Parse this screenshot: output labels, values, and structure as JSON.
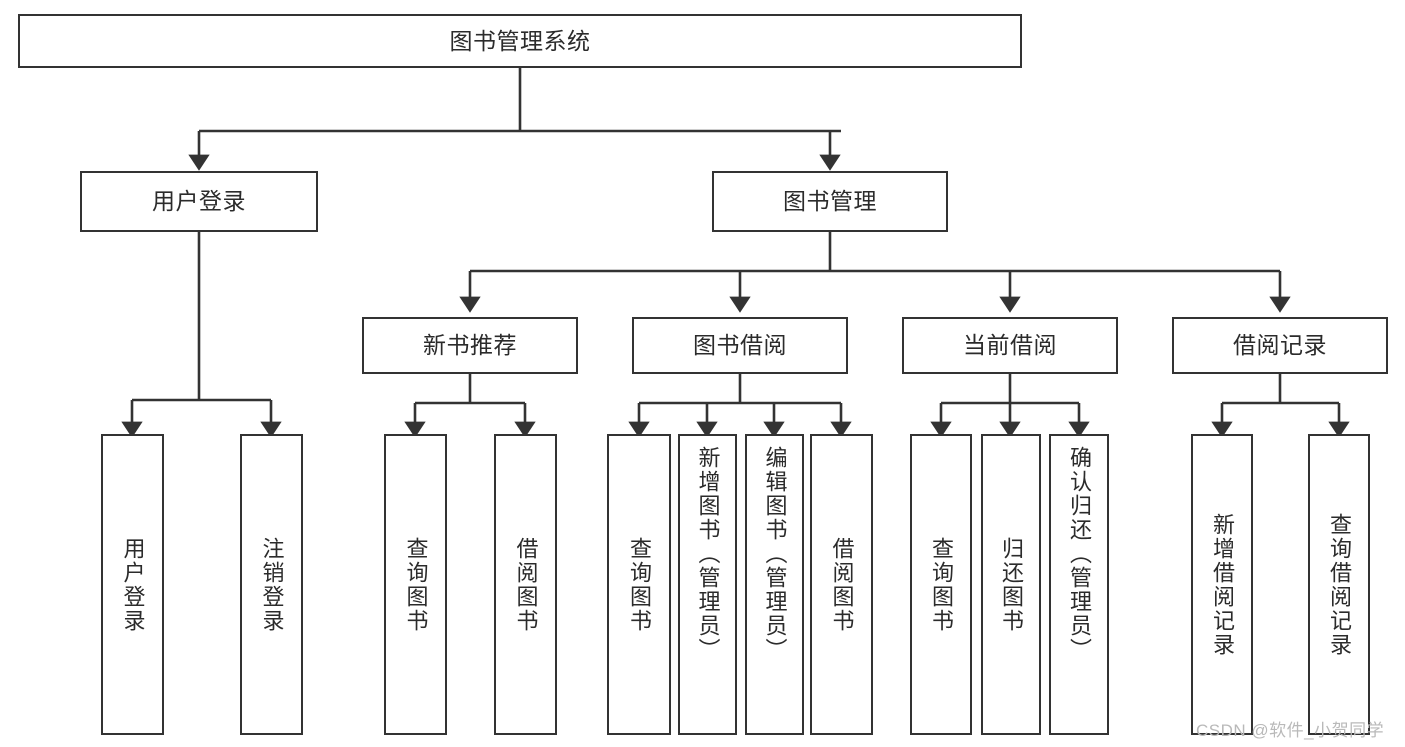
{
  "diagram": {
    "title": "图书管理系统",
    "type": "tree-hierarchy",
    "nodes": {
      "root": {
        "label": "图书管理系统"
      },
      "level1": [
        {
          "id": "user-login",
          "label": "用户登录"
        },
        {
          "id": "book-management",
          "label": "图书管理"
        }
      ],
      "level2": [
        {
          "id": "new-book-recommend",
          "label": "新书推荐"
        },
        {
          "id": "book-borrow",
          "label": "图书借阅"
        },
        {
          "id": "current-borrow",
          "label": "当前借阅"
        },
        {
          "id": "borrow-record",
          "label": "借阅记录"
        }
      ],
      "leaves": {
        "user-login": [
          {
            "id": "login",
            "label": "用户登录"
          },
          {
            "id": "logout",
            "label": "注销登录"
          }
        ],
        "new-book-recommend": [
          {
            "id": "query-book-1",
            "label": "查询图书"
          },
          {
            "id": "borrow-book-1",
            "label": "借阅图书"
          }
        ],
        "book-borrow": [
          {
            "id": "query-book-2",
            "label": "查询图书"
          },
          {
            "id": "add-book",
            "label": "新增图书（管理员）"
          },
          {
            "id": "edit-book",
            "label": "编辑图书（管理员）"
          },
          {
            "id": "borrow-book-2",
            "label": "借阅图书"
          }
        ],
        "current-borrow": [
          {
            "id": "query-book-3",
            "label": "查询图书"
          },
          {
            "id": "return-book",
            "label": "归还图书"
          },
          {
            "id": "confirm-return",
            "label": "确认归还（管理员）"
          }
        ],
        "borrow-record": [
          {
            "id": "add-record",
            "label": "新增借阅记录"
          },
          {
            "id": "query-record",
            "label": "查询借阅记录"
          }
        ]
      }
    },
    "colors": {
      "border": "#333333",
      "text": "#2b2b2b",
      "background": "#ffffff",
      "watermark": "#b9b9b9"
    }
  },
  "watermark": {
    "text": "CSDN @软件_小贺同学"
  }
}
